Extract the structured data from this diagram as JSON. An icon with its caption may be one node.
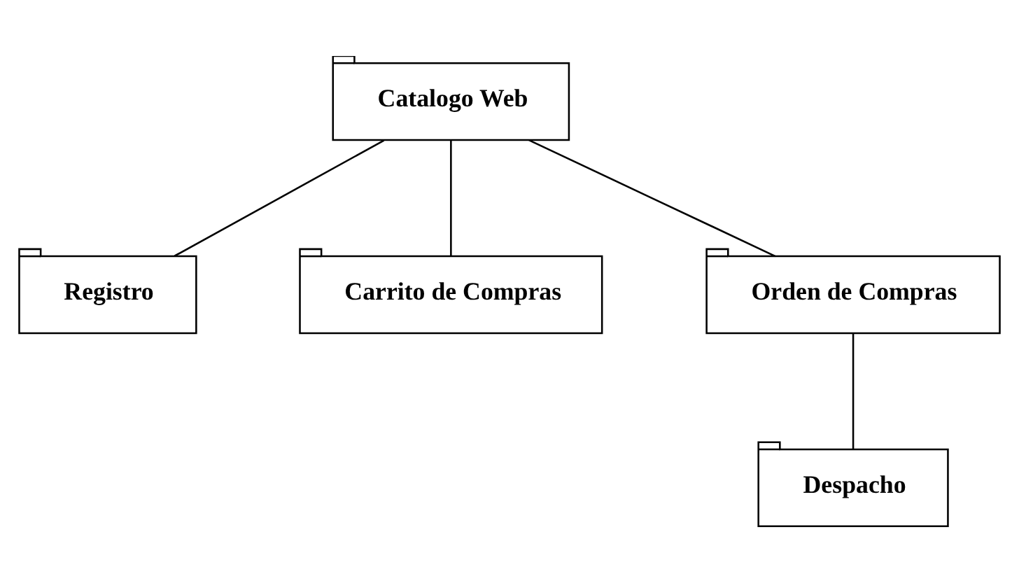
{
  "diagram": {
    "nodes": [
      {
        "text": [
          "Catalogo Web"
        ]
      },
      {
        "text": [
          "Registro"
        ]
      },
      {
        "text": [
          "Carrito de Compras"
        ]
      },
      {
        "text": [
          "Orden de Compras"
        ]
      },
      {
        "text": [
          "Despacho"
        ]
      }
    ],
    "edges": [
      {
        "from": 0,
        "to": 1,
        "arrow": "none"
      },
      {
        "from": 0,
        "to": 2,
        "arrow": "none"
      },
      {
        "from": 0,
        "to": 3,
        "arrow": "none"
      },
      {
        "from": 3,
        "to": 4,
        "arrow": "none"
      }
    ]
  }
}
